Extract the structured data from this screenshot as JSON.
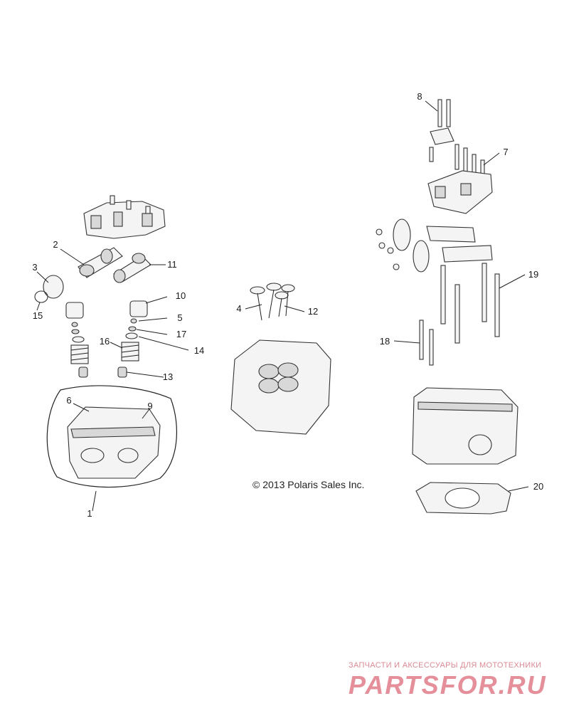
{
  "copyright": "© 2013 Polaris Sales Inc.",
  "watermark": {
    "tagline": "ЗАПЧАСТИ И АКСЕССУАРЫ ДЛЯ МОТОТЕХНИКИ",
    "logo": "PARTSFOR.RU"
  },
  "callouts": [
    "1",
    "2",
    "3",
    "4",
    "5",
    "6",
    "7",
    "8",
    "9",
    "10",
    "11",
    "12",
    "13",
    "14",
    "15",
    "16",
    "17",
    "18",
    "19",
    "20"
  ]
}
